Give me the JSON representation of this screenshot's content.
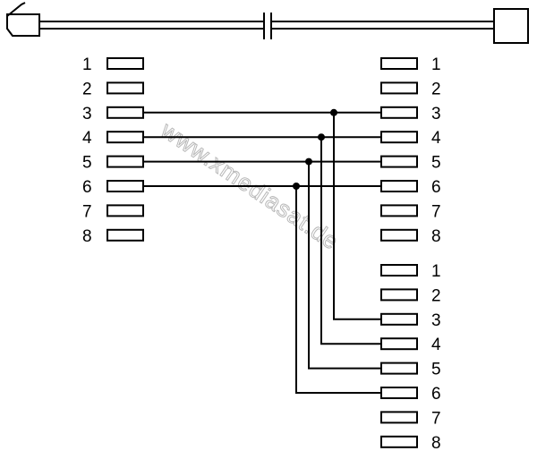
{
  "watermark": "www.xmediasat.de",
  "connectors": {
    "left": {
      "pins": [
        "1",
        "2",
        "3",
        "4",
        "5",
        "6",
        "7",
        "8"
      ]
    },
    "right_top": {
      "pins": [
        "1",
        "2",
        "3",
        "4",
        "5",
        "6",
        "7",
        "8"
      ]
    },
    "right_bottom": {
      "pins": [
        "1",
        "2",
        "3",
        "4",
        "5",
        "6",
        "7",
        "8"
      ]
    }
  },
  "wiring": [
    {
      "from": "3",
      "to_top": "3",
      "to_bottom": "3"
    },
    {
      "from": "4",
      "to_top": "4",
      "to_bottom": "4"
    },
    {
      "from": "5",
      "to_top": "5",
      "to_bottom": "5"
    },
    {
      "from": "6",
      "to_top": "6",
      "to_bottom": "6"
    }
  ]
}
